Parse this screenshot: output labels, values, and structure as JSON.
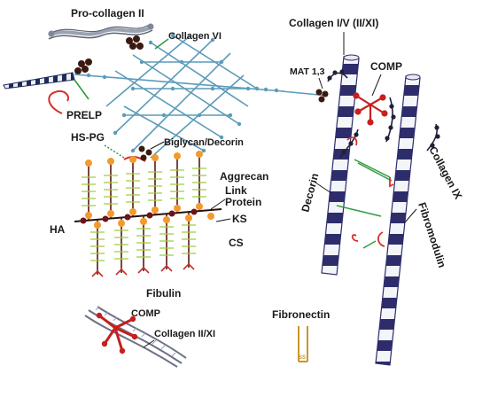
{
  "labels": {
    "procollagen2": "Pro-collagen II",
    "collagen6": "Collagen VI",
    "collagen1_5": "Collagen I/V (II/XI)",
    "mat13": "MAT 1,3",
    "comp_top": "COMP",
    "prelp": "PRELP",
    "hspg": "HS-PG",
    "biglycan_decorin": "Biglycan/Decorin",
    "aggrecan": "Aggrecan",
    "link_protein_line1": "Link",
    "link_protein_line2": "Protein",
    "ha": "HA",
    "ks": "KS",
    "cs": "CS",
    "fibulin": "Fibulin",
    "decorin": "Decorin",
    "collagen9": "Collagen IX",
    "fibromodulin": "Fibromodulin",
    "comp_bottom": "COMP",
    "collagen2_11": "Collagen II/XI",
    "fibronectin": "Fibronectin",
    "ss": "SS"
  },
  "colors": {
    "collagen_vi": "#5b9bb8",
    "collagen_fibril": "#2e2d6b",
    "fibril_light": "#ffffff",
    "proteoglycan_red": "#d8302a",
    "pro_collagen_tip": "#1e2a5a",
    "core_chain": "#5a1a12",
    "link_green": "#2f9a3c",
    "cs_chain_green": "#9ccf3c",
    "g_domain_orange": "#f29a2e",
    "comp_red": "#c81e1e",
    "collagen_ix_navy": "#20203a",
    "fibronectin_gold": "#c8962a",
    "text": "#1a1a1a"
  }
}
